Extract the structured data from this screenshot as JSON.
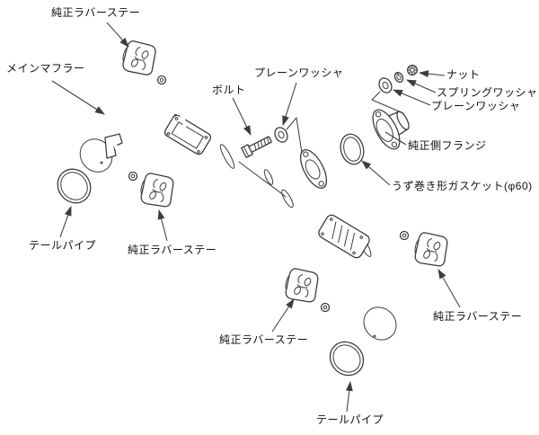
{
  "colors": {
    "line": "#3c3c3c",
    "text": "#111111",
    "background": "#ffffff"
  },
  "labels": {
    "stay_top": "純正ラバーステー",
    "main_muffler": "メインマフラー",
    "bolt": "ボルト",
    "plain_washer_left": "プレーンワッシャ",
    "nut": "ナット",
    "spring_washer": "スプリングワッシャ",
    "plain_washer_right": "プレーンワッシャ",
    "stock_flange": "純正側フランジ",
    "spiral_gasket": "うず巻き形ガスケット(φ60)",
    "tail_pipe_left": "テールパイプ",
    "stay_mid_left": "純正ラバーステー",
    "stay_bottom_mid": "純正ラバーステー",
    "stay_bottom_right": "純正ラバーステー",
    "tail_pipe_bottom": "テールパイプ"
  }
}
